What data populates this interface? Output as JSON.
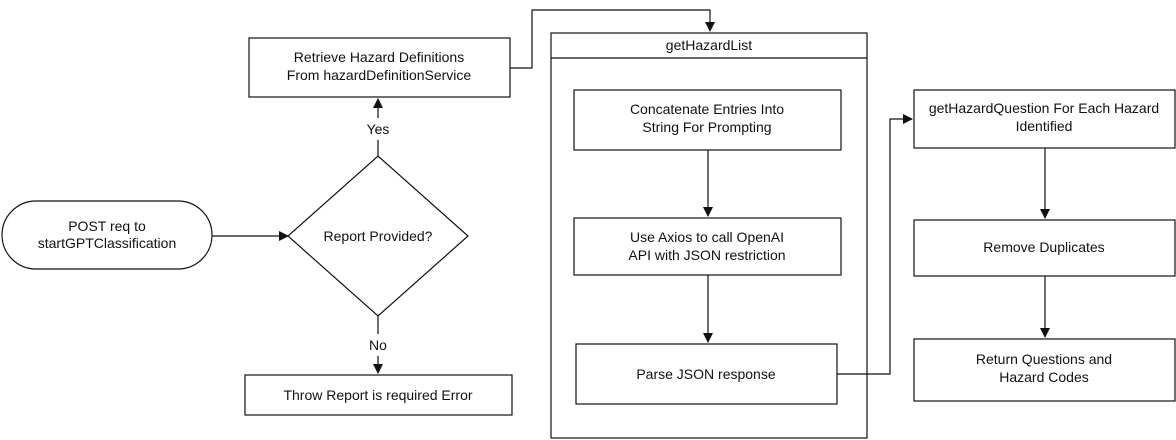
{
  "nodes": {
    "start": {
      "line1": "POST req to",
      "line2": "startGPTClassification"
    },
    "decision": {
      "label": "Report Provided?"
    },
    "retrieve": {
      "line1": "Retrieve Hazard Definitions",
      "line2": "From hazardDefinitionService"
    },
    "error": {
      "label": "Throw Report is required Error"
    },
    "container": {
      "title": "getHazardList"
    },
    "concat": {
      "line1": "Concatenate Entries Into",
      "line2": "String For Prompting"
    },
    "axios": {
      "line1": "Use Axios to call OpenAI",
      "line2": "API with JSON restriction"
    },
    "parse": {
      "label": "Parse JSON response"
    },
    "question": {
      "line1": "getHazardQuestion For Each Hazard",
      "line2": "Identified"
    },
    "dedupe": {
      "label": "Remove Duplicates"
    },
    "return": {
      "line1": "Return Questions and",
      "line2": "Hazard Codes"
    }
  },
  "edges": {
    "yes_label": "Yes",
    "no_label": "No"
  }
}
